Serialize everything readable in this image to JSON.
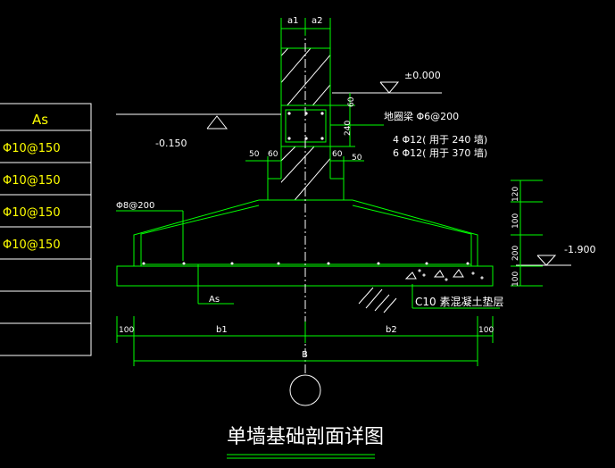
{
  "colors": {
    "background": "#000000",
    "structure": "#00ff00",
    "text": "#ffffff",
    "table_text": "#ffff00",
    "hatch": "#ffffff",
    "axis": "#ffffff",
    "table_border": "#ffffff"
  },
  "table": {
    "header": "As",
    "rows": [
      "Φ10@150",
      "Φ10@150",
      "Φ10@150",
      "Φ10@150",
      "",
      "",
      ""
    ]
  },
  "labels": {
    "a1": "a1",
    "a2": "a2",
    "elev_zero": "±0.000",
    "elev_neg150": "-0.150",
    "elev_neg1900": "-1.900",
    "ring_beam": "地圈梁  Φ6@200",
    "rebar_240": "4 Φ12( 用于 240 墙)",
    "rebar_370": "6 Φ12( 用于 370 墙)",
    "dim_60_top": "60",
    "dim_240": "240",
    "dim_50_left": "50",
    "dim_60_left": "60",
    "dim_60_right": "60",
    "dim_50_right": "50",
    "phi8": "Φ8@200",
    "as_label": "As",
    "dim_120": "120",
    "dim_100": "100",
    "dim_200": "200",
    "dim_100b": "100",
    "c10": "C10  素混凝土垫层",
    "dim_100_left": "100",
    "b1": "b1",
    "b2": "b2",
    "dim_100_right": "100",
    "B": "B",
    "title": "单墙基础剖面详图"
  }
}
